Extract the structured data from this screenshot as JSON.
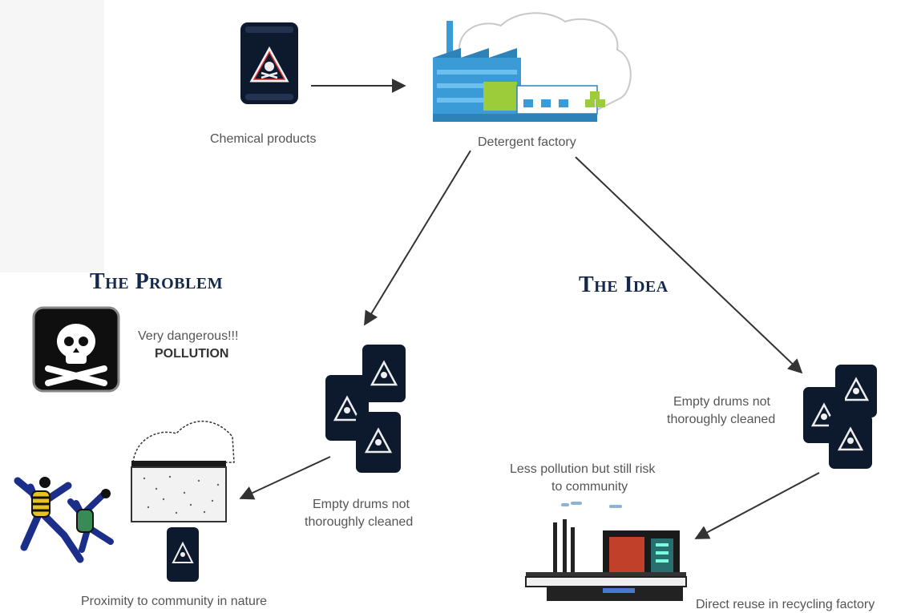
{
  "nodes": {
    "chemical_products": "Chemical products",
    "detergent_factory": "Detergent factory",
    "empty_drums_left_line1": "Empty drums not",
    "empty_drums_left_line2": "thoroughly cleaned",
    "empty_drums_right_line1": "Empty drums not",
    "empty_drums_right_line2": "thoroughly cleaned",
    "proximity": "Proximity to community in nature",
    "less_pollution_line1": "Less pollution but still risk",
    "less_pollution_line2": "to community",
    "direct_reuse": "Direct reuse in recycling factory"
  },
  "sections": {
    "problem_heading": "The Problem",
    "idea_heading": "The Idea",
    "danger_line1": "Very dangerous!!!",
    "danger_line2": "POLLUTION"
  },
  "icons": {
    "drum": "hazard-drum-icon",
    "factory": "factory-icon",
    "skull": "skull-crossbones-icon",
    "people": "falling-people-icon",
    "landfill": "landfill-icon",
    "recycling": "recycling-factory-icon"
  },
  "colors": {
    "heading": "#14284b",
    "arrow": "#333333",
    "drum": "#0d1a2e",
    "factory_blue": "#3b9bd6",
    "factory_green": "#9ccc3a"
  }
}
